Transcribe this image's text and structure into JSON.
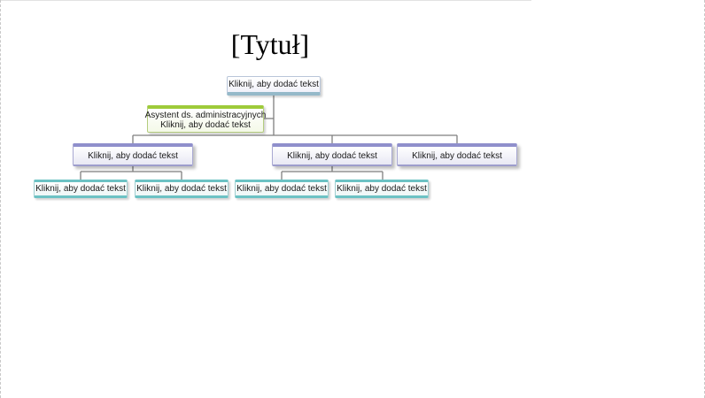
{
  "slide": {
    "title": "[Tytuł]"
  },
  "org_chart": {
    "root": {
      "text": "Kliknij, aby dodać tekst"
    },
    "assistant": {
      "line1": "Asystent ds. administracyjnych",
      "line2": "Kliknij, aby dodać tekst"
    },
    "managers": [
      {
        "text": "Kliknij, aby dodać tekst"
      },
      {
        "text": "Kliknij, aby dodać tekst"
      },
      {
        "text": "Kliknij, aby dodać tekst"
      }
    ],
    "subordinates": [
      {
        "text": "Kliknij, aby dodać tekst"
      },
      {
        "text": "Kliknij, aby dodać tekst"
      },
      {
        "text": "Kliknij, aby dodać tekst"
      },
      {
        "text": "Kliknij, aby dodać tekst"
      }
    ]
  }
}
